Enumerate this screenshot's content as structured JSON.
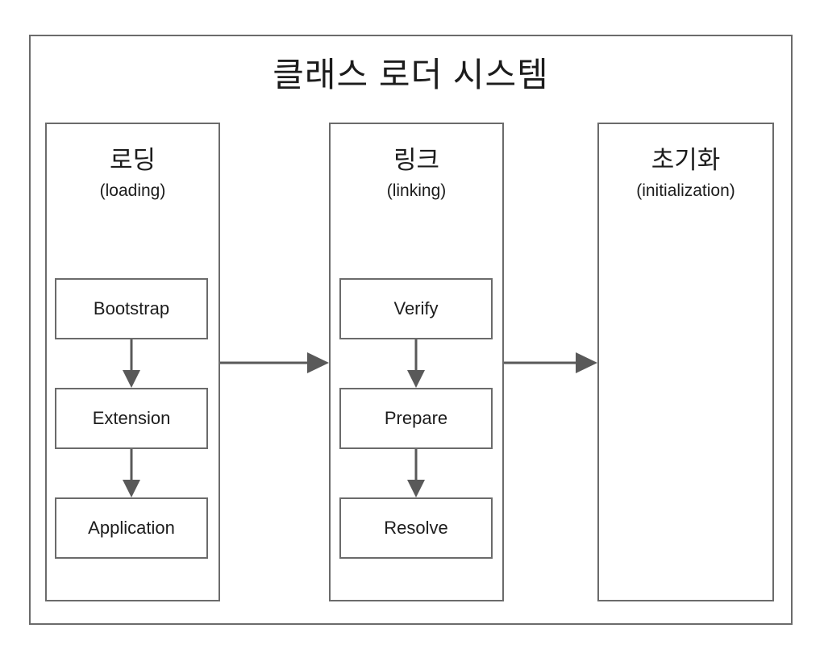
{
  "diagram": {
    "title": "클래스 로더 시스템",
    "phases": [
      {
        "id": "loading",
        "title_ko": "로딩",
        "title_en": "(loading)",
        "steps": [
          {
            "label": "Bootstrap"
          },
          {
            "label": "Extension"
          },
          {
            "label": "Application"
          }
        ]
      },
      {
        "id": "linking",
        "title_ko": "링크",
        "title_en": "(linking)",
        "steps": [
          {
            "label": "Verify"
          },
          {
            "label": "Prepare"
          },
          {
            "label": "Resolve"
          }
        ]
      },
      {
        "id": "initialization",
        "title_ko": "초기화",
        "title_en": "(initialization)",
        "steps": []
      }
    ],
    "flow_arrows": [
      {
        "id": "loading-to-linking",
        "from": "loading",
        "to": "linking",
        "direction": "right"
      },
      {
        "id": "linking-to-initialization",
        "from": "linking",
        "to": "initialization",
        "direction": "right"
      }
    ],
    "step_arrows": [
      {
        "id": "bootstrap-to-extension",
        "from": "Bootstrap",
        "to": "Extension",
        "direction": "down"
      },
      {
        "id": "extension-to-application",
        "from": "Extension",
        "to": "Application",
        "direction": "down"
      },
      {
        "id": "verify-to-prepare",
        "from": "Verify",
        "to": "Prepare",
        "direction": "down"
      },
      {
        "id": "prepare-to-resolve",
        "from": "Prepare",
        "to": "Resolve",
        "direction": "down"
      }
    ],
    "colors": {
      "border": "#6b6b6b",
      "arrow": "#595959",
      "text": "#1c1c1c",
      "background": "#ffffff"
    }
  }
}
